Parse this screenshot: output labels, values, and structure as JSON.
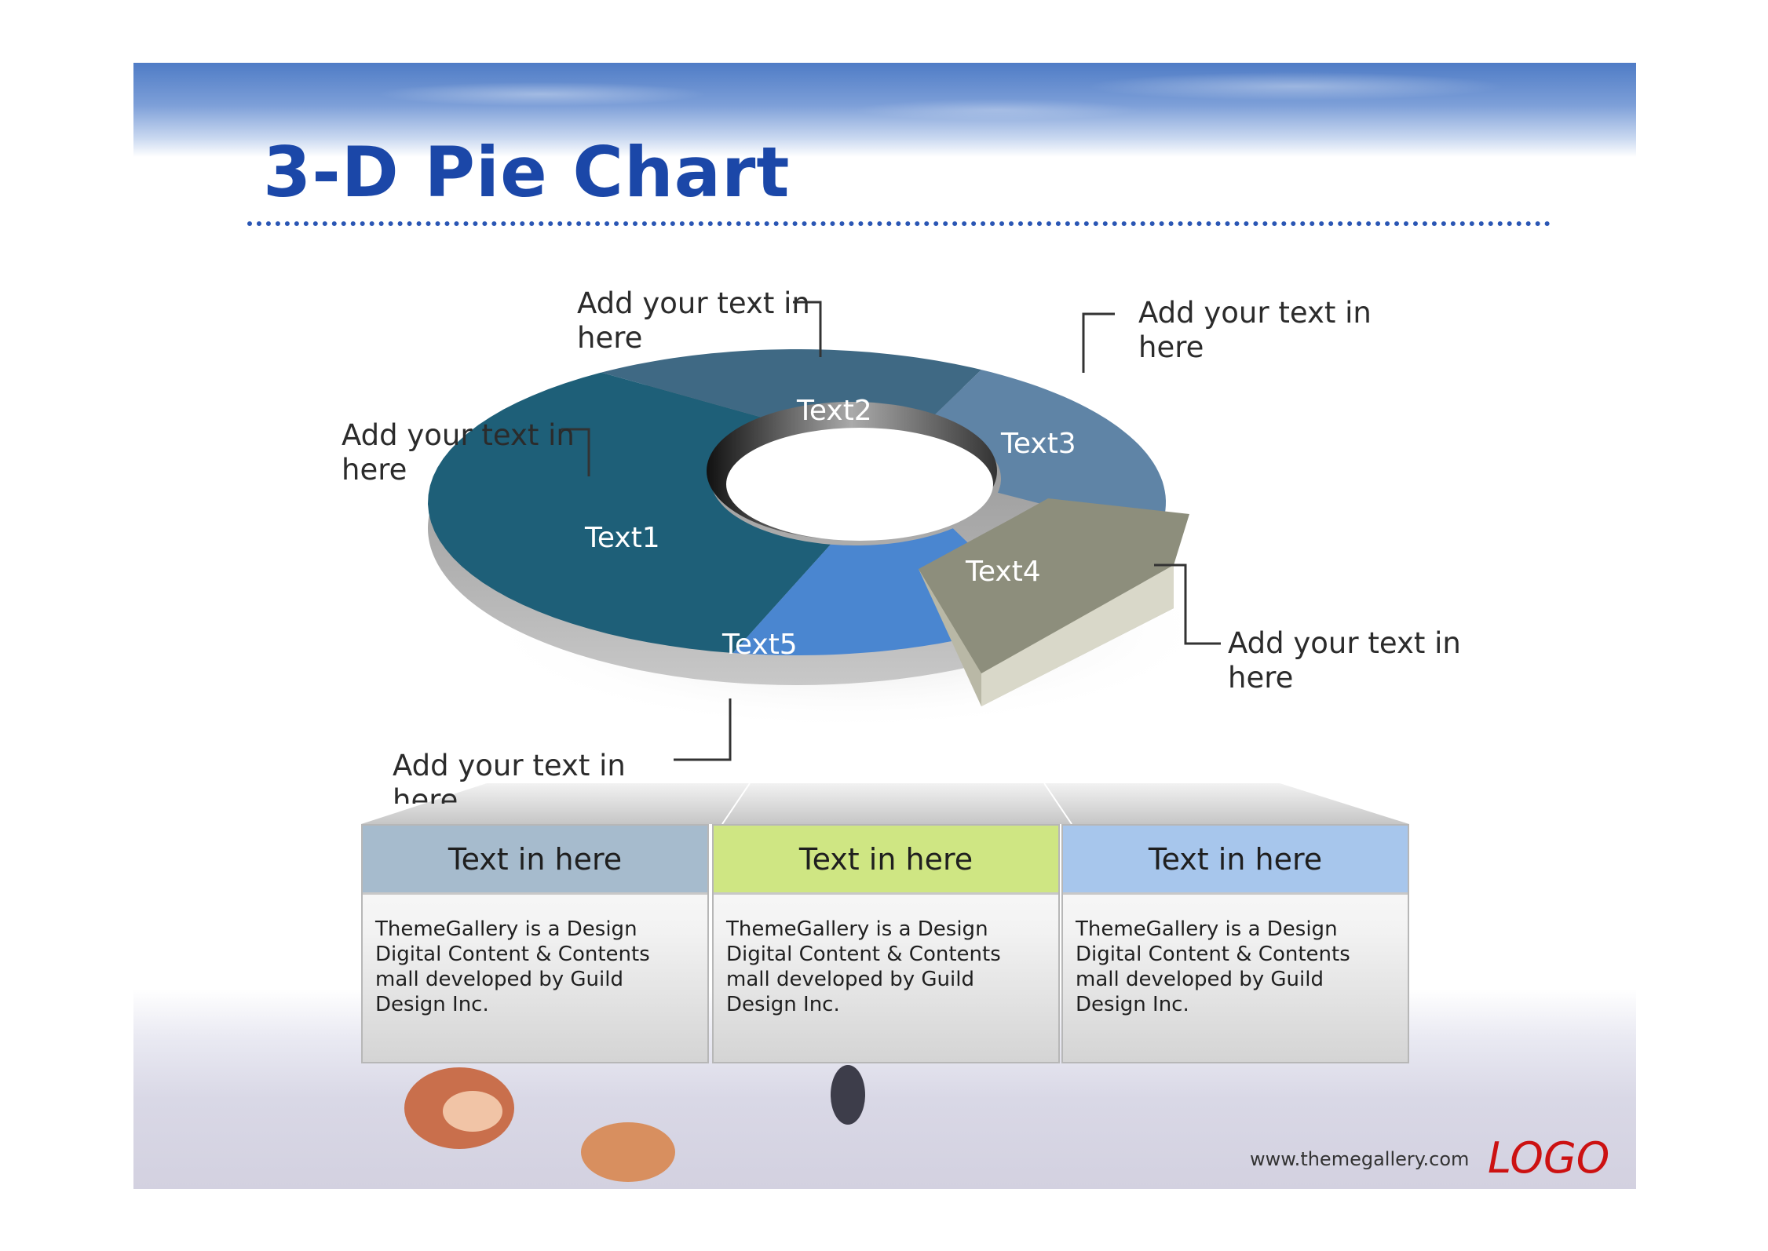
{
  "slide": {
    "title": "3-D Pie Chart",
    "title_color": "#1b47a8"
  },
  "chart_data": {
    "type": "pie",
    "segments": [
      {
        "label": "Text1",
        "color": "#1e5f78"
      },
      {
        "label": "Text2",
        "color": "#3f6984"
      },
      {
        "label": "Text3",
        "color": "#5f84a6"
      },
      {
        "label": "Text4",
        "color": "#8d8e7c"
      },
      {
        "label": "Text5",
        "color": "#4a86d0"
      }
    ],
    "callouts": [
      "Add your text in here",
      "Add your text in here",
      "Add your text in here",
      "Add your text in here",
      "Add your text in here"
    ]
  },
  "boxes": [
    {
      "heading": "Text in here",
      "body": "ThemeGallery is a Design Digital Content & Contents mall developed by Guild Design Inc.",
      "color": "#a6bbcd"
    },
    {
      "heading": "Text in here",
      "body": "ThemeGallery is a Design Digital Content & Contents mall developed by Guild Design Inc.",
      "color": "#cfe683"
    },
    {
      "heading": "Text in here",
      "body": "ThemeGallery is a Design Digital Content & Contents mall developed by Guild Design Inc.",
      "color": "#a7c6ec"
    }
  ],
  "footer": {
    "url": "www.themegallery.com",
    "logo": "LOGO"
  }
}
